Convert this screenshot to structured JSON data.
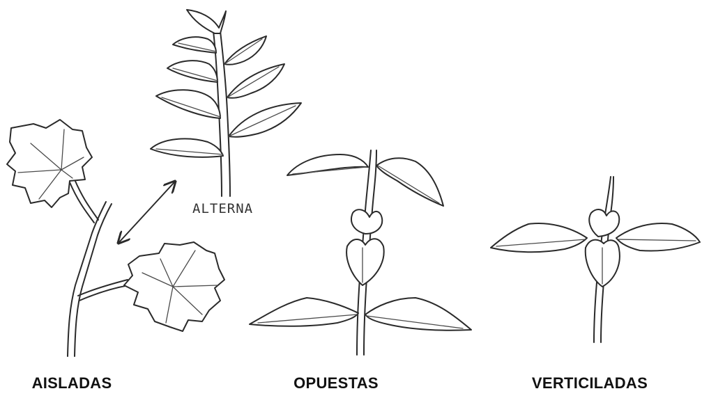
{
  "figure": {
    "handwritten_label": "ALTERNA",
    "captions": {
      "aisladas": "AISLADAS",
      "opuestas": "OPUESTAS",
      "verticiladas": "VERTICILADAS"
    }
  },
  "colors": {
    "ink": "#2a2a2a",
    "background": "#ffffff",
    "caption": "#111111"
  }
}
